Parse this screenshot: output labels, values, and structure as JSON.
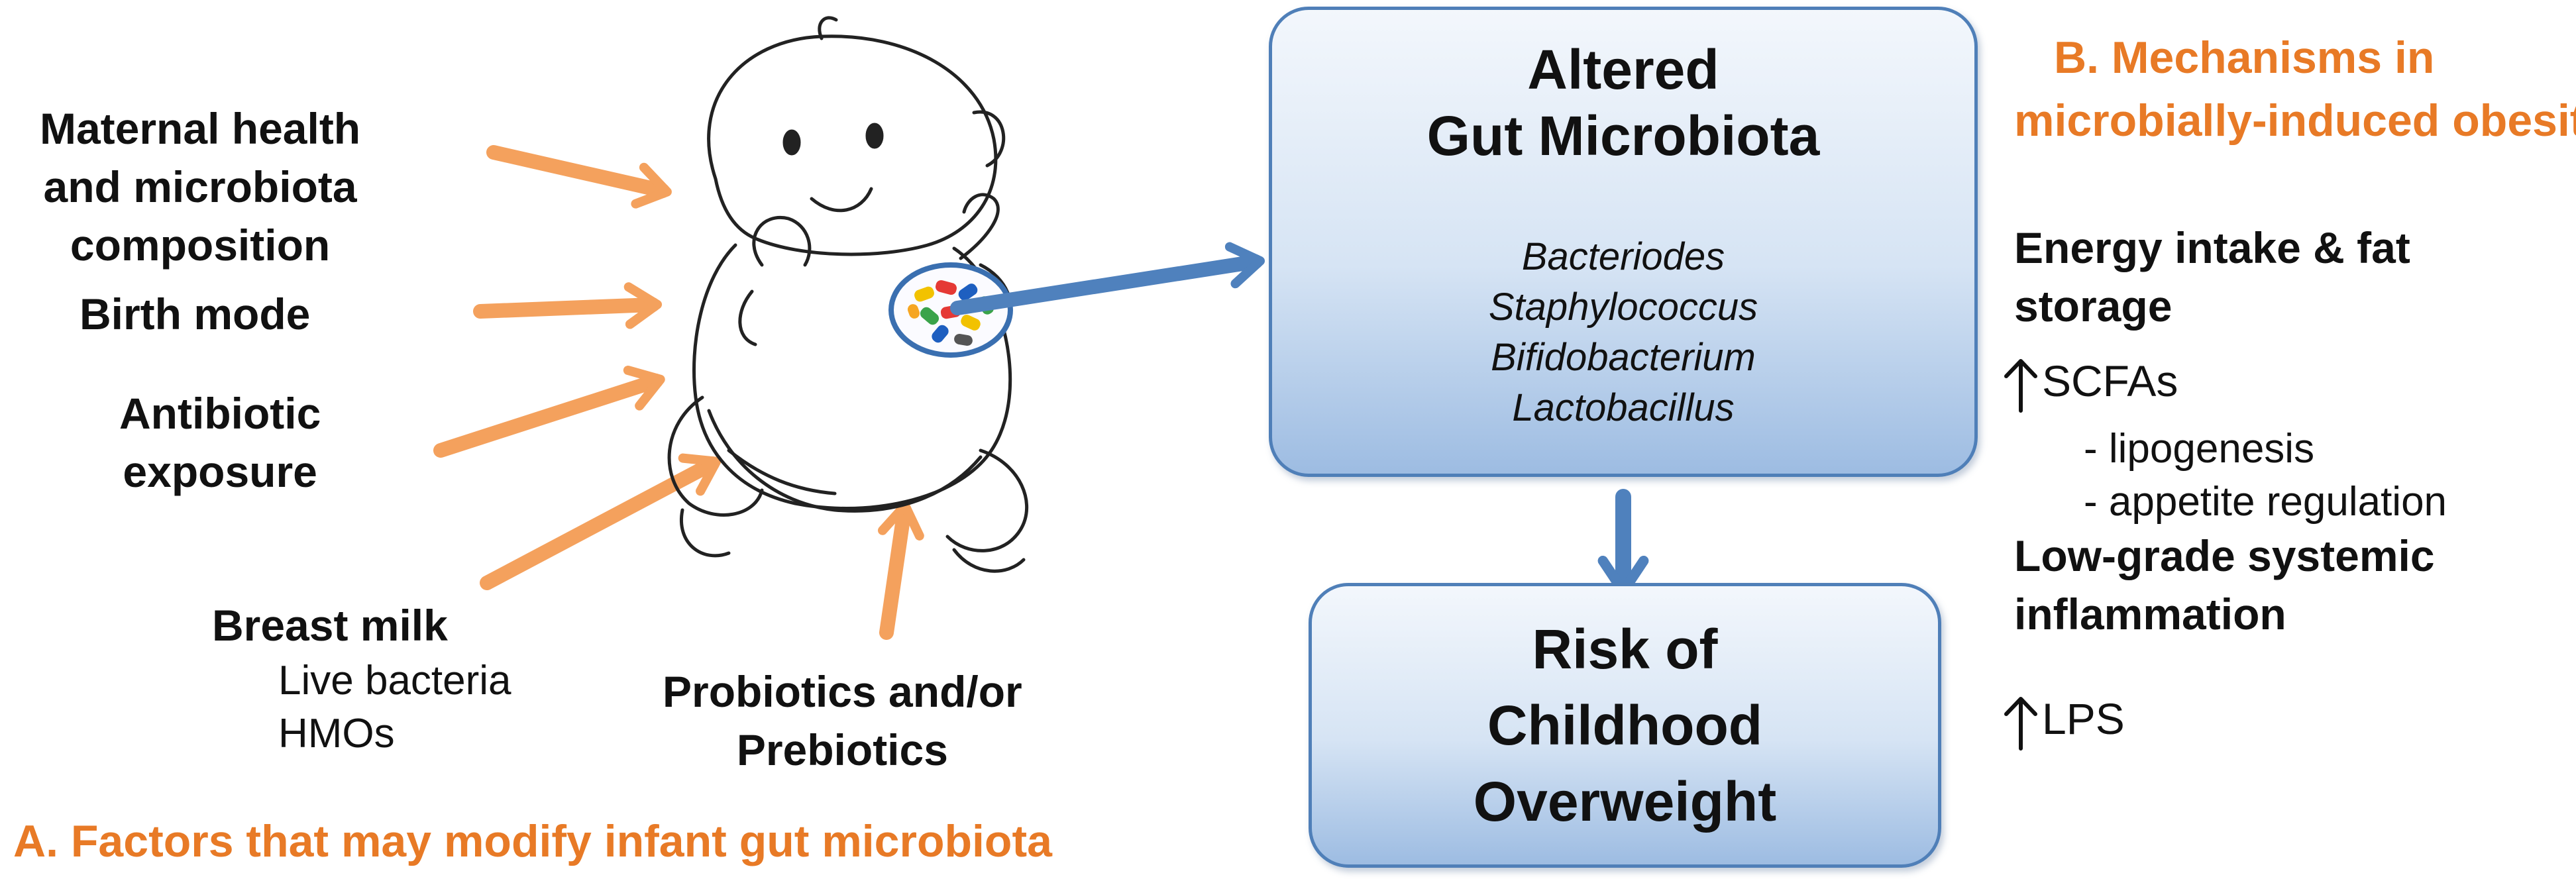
{
  "factors": {
    "maternal": [
      "Maternal health",
      "and microbiota",
      "composition"
    ],
    "birth_mode": "Birth mode",
    "antibiotic": [
      "Antibiotic",
      "exposure"
    ],
    "breast_milk": "Breast milk",
    "breast_milk_items": [
      "Live bacteria",
      "HMOs"
    ],
    "probiotics": [
      "Probiotics and/or",
      "Prebiotics"
    ]
  },
  "section_a_label": "A. Factors that may modify infant gut microbiota",
  "microbiota_box": {
    "title": [
      "Altered",
      "Gut Microbiota"
    ],
    "genera": [
      "Bacteriodes",
      "Staphylococcus",
      "Bifidobacterium",
      "Lactobacillus"
    ]
  },
  "risk_box": {
    "title": [
      "Risk of",
      "Childhood",
      "Overweight"
    ]
  },
  "section_b": {
    "heading": [
      "B. Mechanisms in",
      "microbially-induced obesity"
    ],
    "energy_heading": [
      "Energy intake & fat",
      "storage"
    ],
    "scfa": "SCFAs",
    "scfa_items": [
      "- lipogenesis",
      "- appetite regulation"
    ],
    "inflammation_heading": [
      "Low-grade systemic",
      "inflammation"
    ],
    "lps": "LPS"
  },
  "colors": {
    "factor_arrow": "#f4a15d",
    "flow_arrow": "#4f81bd",
    "accent_text": "#e87a26",
    "box_border": "#4f7fb8"
  }
}
